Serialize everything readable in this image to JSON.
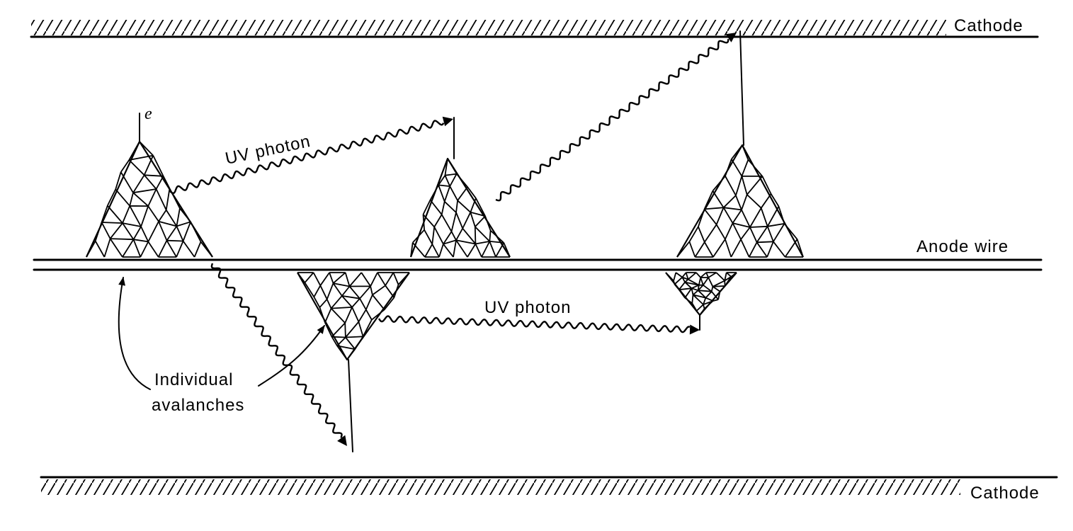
{
  "labels": {
    "cathode_top": "Cathode",
    "cathode_bottom": "Cathode",
    "anode_wire": "Anode wire",
    "electron": "e",
    "uv_photon_upper": "UV photon",
    "uv_photon_lower": "UV photon",
    "individual": "Individual",
    "avalanches": "avalanches"
  },
  "colors": {
    "ink": "#000000",
    "background": "#ffffff"
  }
}
